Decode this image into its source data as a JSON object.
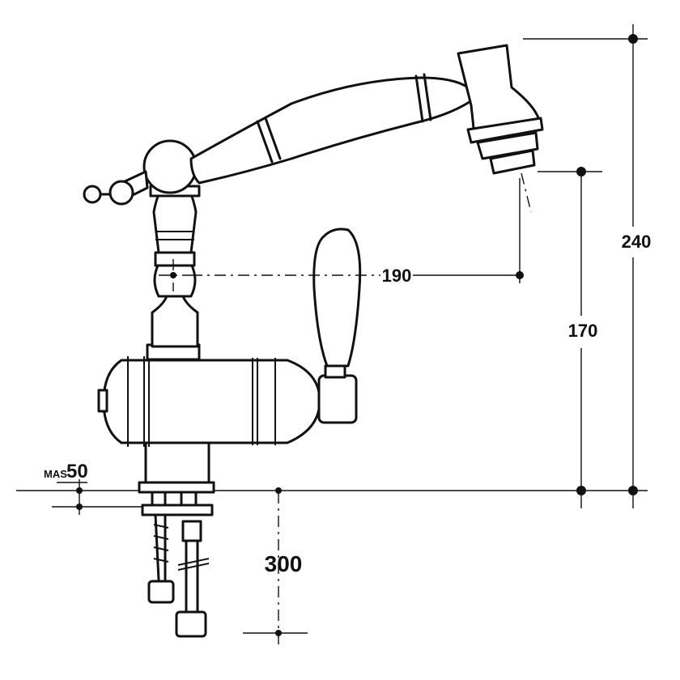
{
  "dimensions": {
    "spout_reach": "190",
    "outlet_height": "170",
    "overall_height": "240",
    "hose_length": "300",
    "max_thickness_prefix": "MAS",
    "max_thickness_value": "50"
  },
  "colors": {
    "ink": "#111111",
    "background": "#ffffff"
  }
}
